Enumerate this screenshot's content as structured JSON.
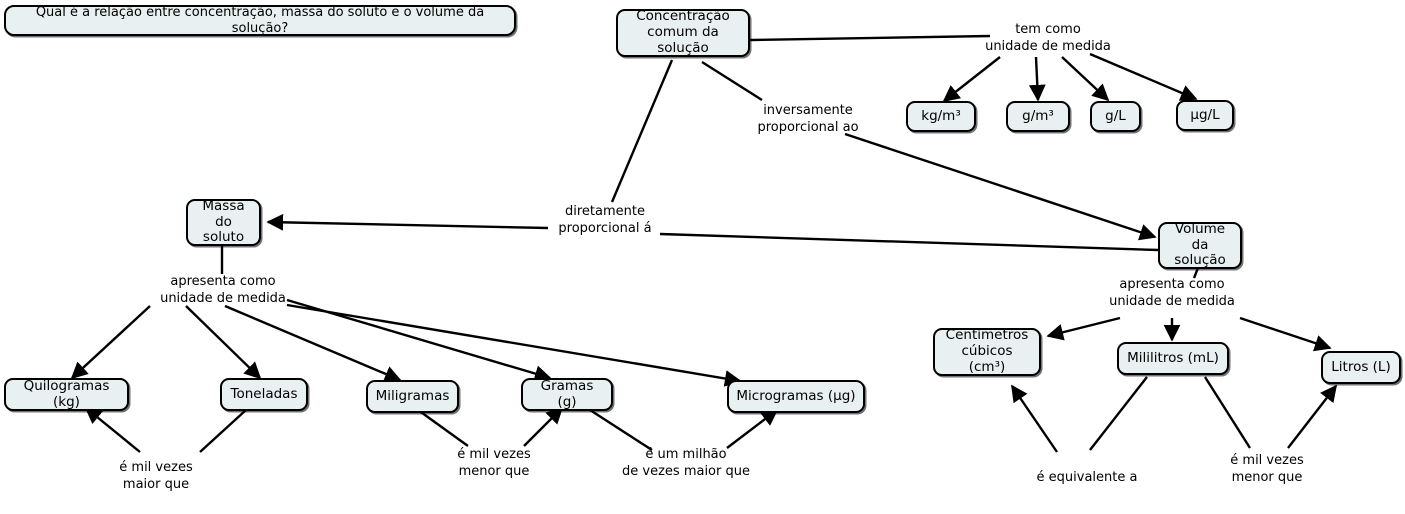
{
  "title": "Mapa conceitual - Concentração comum da solução",
  "colors": {
    "node_fill": "#e9f0f1",
    "node_border": "#000000",
    "edge": "#000000",
    "text": "#000000",
    "background": "#ffffff"
  },
  "question": {
    "text": "Qual é a relação entre concentração, massa do soluto e o volume da solução?"
  },
  "nodes": [
    {
      "id": "concentracao",
      "label": "Concentração\ncomum da solução"
    },
    {
      "id": "massa",
      "label": "Massa do\nsoluto"
    },
    {
      "id": "volume",
      "label": "Volume da\nsolução"
    },
    {
      "id": "kgm3",
      "label": "kg/m³"
    },
    {
      "id": "gm3",
      "label": "g/m³"
    },
    {
      "id": "gl",
      "label": "g/L"
    },
    {
      "id": "ugl",
      "label": "µg/L"
    },
    {
      "id": "quilogramas",
      "label": "Quilogramas (kg)"
    },
    {
      "id": "toneladas",
      "label": "Toneladas"
    },
    {
      "id": "miligramas",
      "label": "Miligramas"
    },
    {
      "id": "gramas",
      "label": "Gramas (g)"
    },
    {
      "id": "microgramas",
      "label": "Microgramas (µg)"
    },
    {
      "id": "cm3",
      "label": "Centimetros\ncúbicos (cm³)"
    },
    {
      "id": "mililitros",
      "label": "Mililitros (mL)"
    },
    {
      "id": "litros",
      "label": "Litros (L)"
    }
  ],
  "link_labels": [
    {
      "id": "tem-como-unidade",
      "text": "tem como\nunidade de medida"
    },
    {
      "id": "inversamente",
      "text": "inversamente\nproporcional ao"
    },
    {
      "id": "diretamente",
      "text": "diretamente\nproporcional á"
    },
    {
      "id": "apresenta-massa",
      "text": "apresenta como\nunidade de medida"
    },
    {
      "id": "apresenta-volume",
      "text": "apresenta como\nunidade de medida"
    },
    {
      "id": "mil-maior",
      "text": "é mil vezes\nmaior que"
    },
    {
      "id": "mil-menor-massa",
      "text": "é mil vezes\nmenor que"
    },
    {
      "id": "milhao-maior",
      "text": "é um milhão\nde vezes maior que"
    },
    {
      "id": "equivalente",
      "text": "é equivalente a"
    },
    {
      "id": "mil-menor-volume",
      "text": "é mil vezes\nmenor que"
    }
  ]
}
